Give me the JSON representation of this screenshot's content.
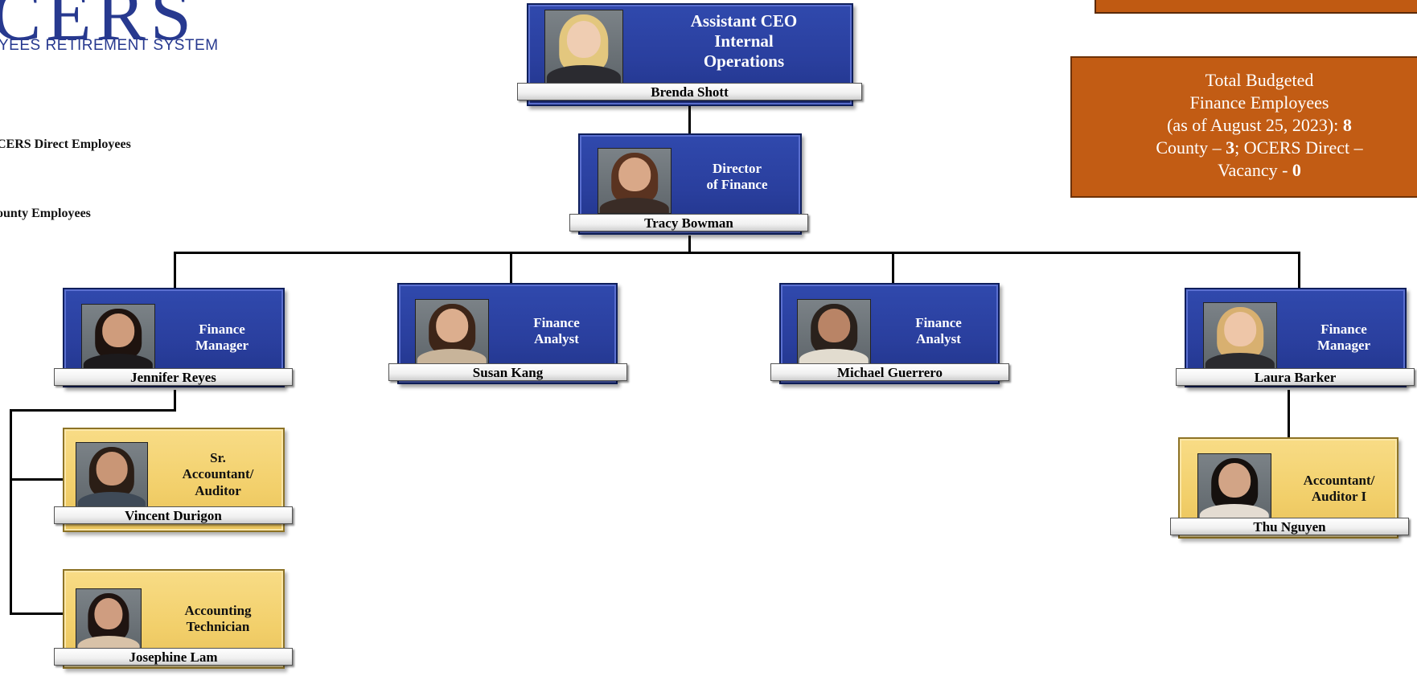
{
  "logo": {
    "text": "CERS",
    "subtitle": "YEES RETIREMENT SYSTEM"
  },
  "legend": {
    "direct_label": "CERS Direct Employees",
    "county_label": "ounty Employees"
  },
  "summary_box": {
    "line1": "Total Budgeted",
    "line2": "Finance Employees",
    "line3_prefix": "(as of August 25, 2023): ",
    "total": "8",
    "county_prefix": "County – ",
    "county": "3",
    "direct_prefix": "; OCERS Direct – ",
    "vacancy_prefix": "Vacancy - ",
    "vacancy": "0"
  },
  "people": {
    "shott": {
      "title": "Assistant CEO\nInternal\nOperations",
      "name": "Brenda Shott"
    },
    "bowman": {
      "title": "Director\nof Finance",
      "name": "Tracy Bowman"
    },
    "reyes": {
      "title": "Finance\nManager",
      "name": "Jennifer Reyes"
    },
    "kang": {
      "title": "Finance\nAnalyst",
      "name": "Susan Kang"
    },
    "guerrero": {
      "title": "Finance\nAnalyst",
      "name": "Michael Guerrero"
    },
    "barker": {
      "title": "Finance\nManager",
      "name": "Laura Barker"
    },
    "durigon": {
      "title": "Sr.\nAccountant/\nAuditor",
      "name": "Vincent Durigon"
    },
    "lam": {
      "title": "Accounting\nTechnician",
      "name": "Josephine Lam"
    },
    "nguyen": {
      "title": "Accountant/\nAuditor I",
      "name": "Thu Nguyen"
    }
  },
  "colors": {
    "direct_card": "#2a3f9e",
    "county_card": "#f2cf6a",
    "summary_box": "#c25c14",
    "logo": "#27398f"
  }
}
